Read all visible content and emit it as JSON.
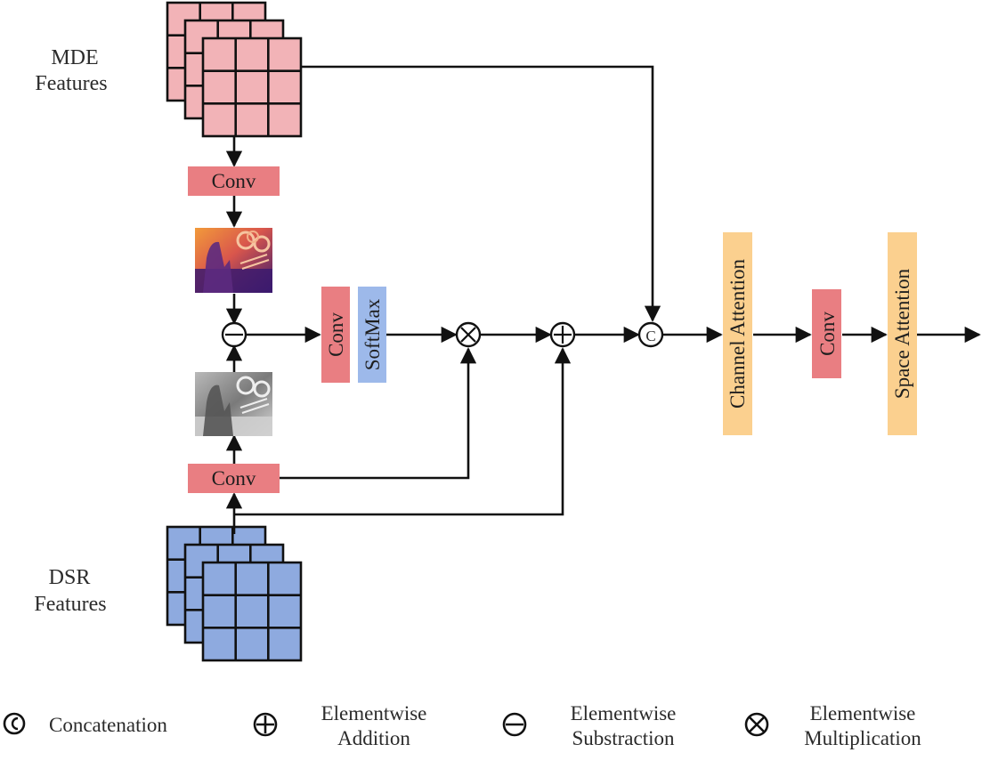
{
  "inputs": {
    "mde": {
      "line1": "MDE",
      "line2": "Features"
    },
    "dsr": {
      "line1": "DSR",
      "line2": "Features"
    }
  },
  "blocks": {
    "conv_mde": "Conv",
    "conv_dsr": "Conv",
    "conv_mid": "Conv",
    "softmax": "SoftMax",
    "channel_attention": "Channel Attention",
    "conv_after_ca": "Conv",
    "space_attention": "Space Attention"
  },
  "operators": {
    "concat_symbol": "C"
  },
  "legend": {
    "concatenation": "Concatenation",
    "addition_line1": "Elementwise",
    "addition_line2": "Addition",
    "subtraction_line1": "Elementwise",
    "subtraction_line2": "Substraction",
    "multiplication_line1": "Elementwise",
    "multiplication_line2": "Multiplication"
  },
  "colors": {
    "mde_feature": "#f2b3b7",
    "dsr_feature": "#8eaadf",
    "conv_block": "#e97e82",
    "softmax_block": "#9db9ea",
    "attention_block": "#fbd08f",
    "line": "#111111"
  },
  "icons": {
    "mde_thumbnail": "mde-depth-map-thumbnail",
    "dsr_thumbnail": "dsr-depth-map-thumbnail"
  }
}
